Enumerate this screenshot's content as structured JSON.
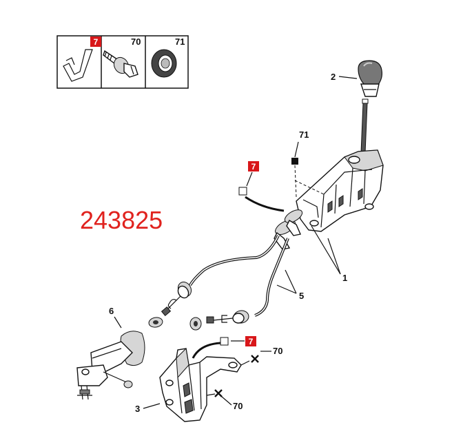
{
  "part_number": "243825",
  "legend": {
    "cells": [
      {
        "ref": "7",
        "highlight": true
      },
      {
        "ref": "70",
        "highlight": false
      },
      {
        "ref": "71",
        "highlight": false
      }
    ]
  },
  "callouts": {
    "gear_knob": "2",
    "guide_plate_marker": "71",
    "clip_marker_top": "7",
    "lever_housing": "1",
    "cables": "5",
    "selector_bracket": "6",
    "clip_marker_bottom": "7",
    "screw_top": "70",
    "mounting_bracket": "3",
    "screw_bottom": "70"
  },
  "colors": {
    "highlight": "#d8171a",
    "part_number": "#e0221e"
  }
}
